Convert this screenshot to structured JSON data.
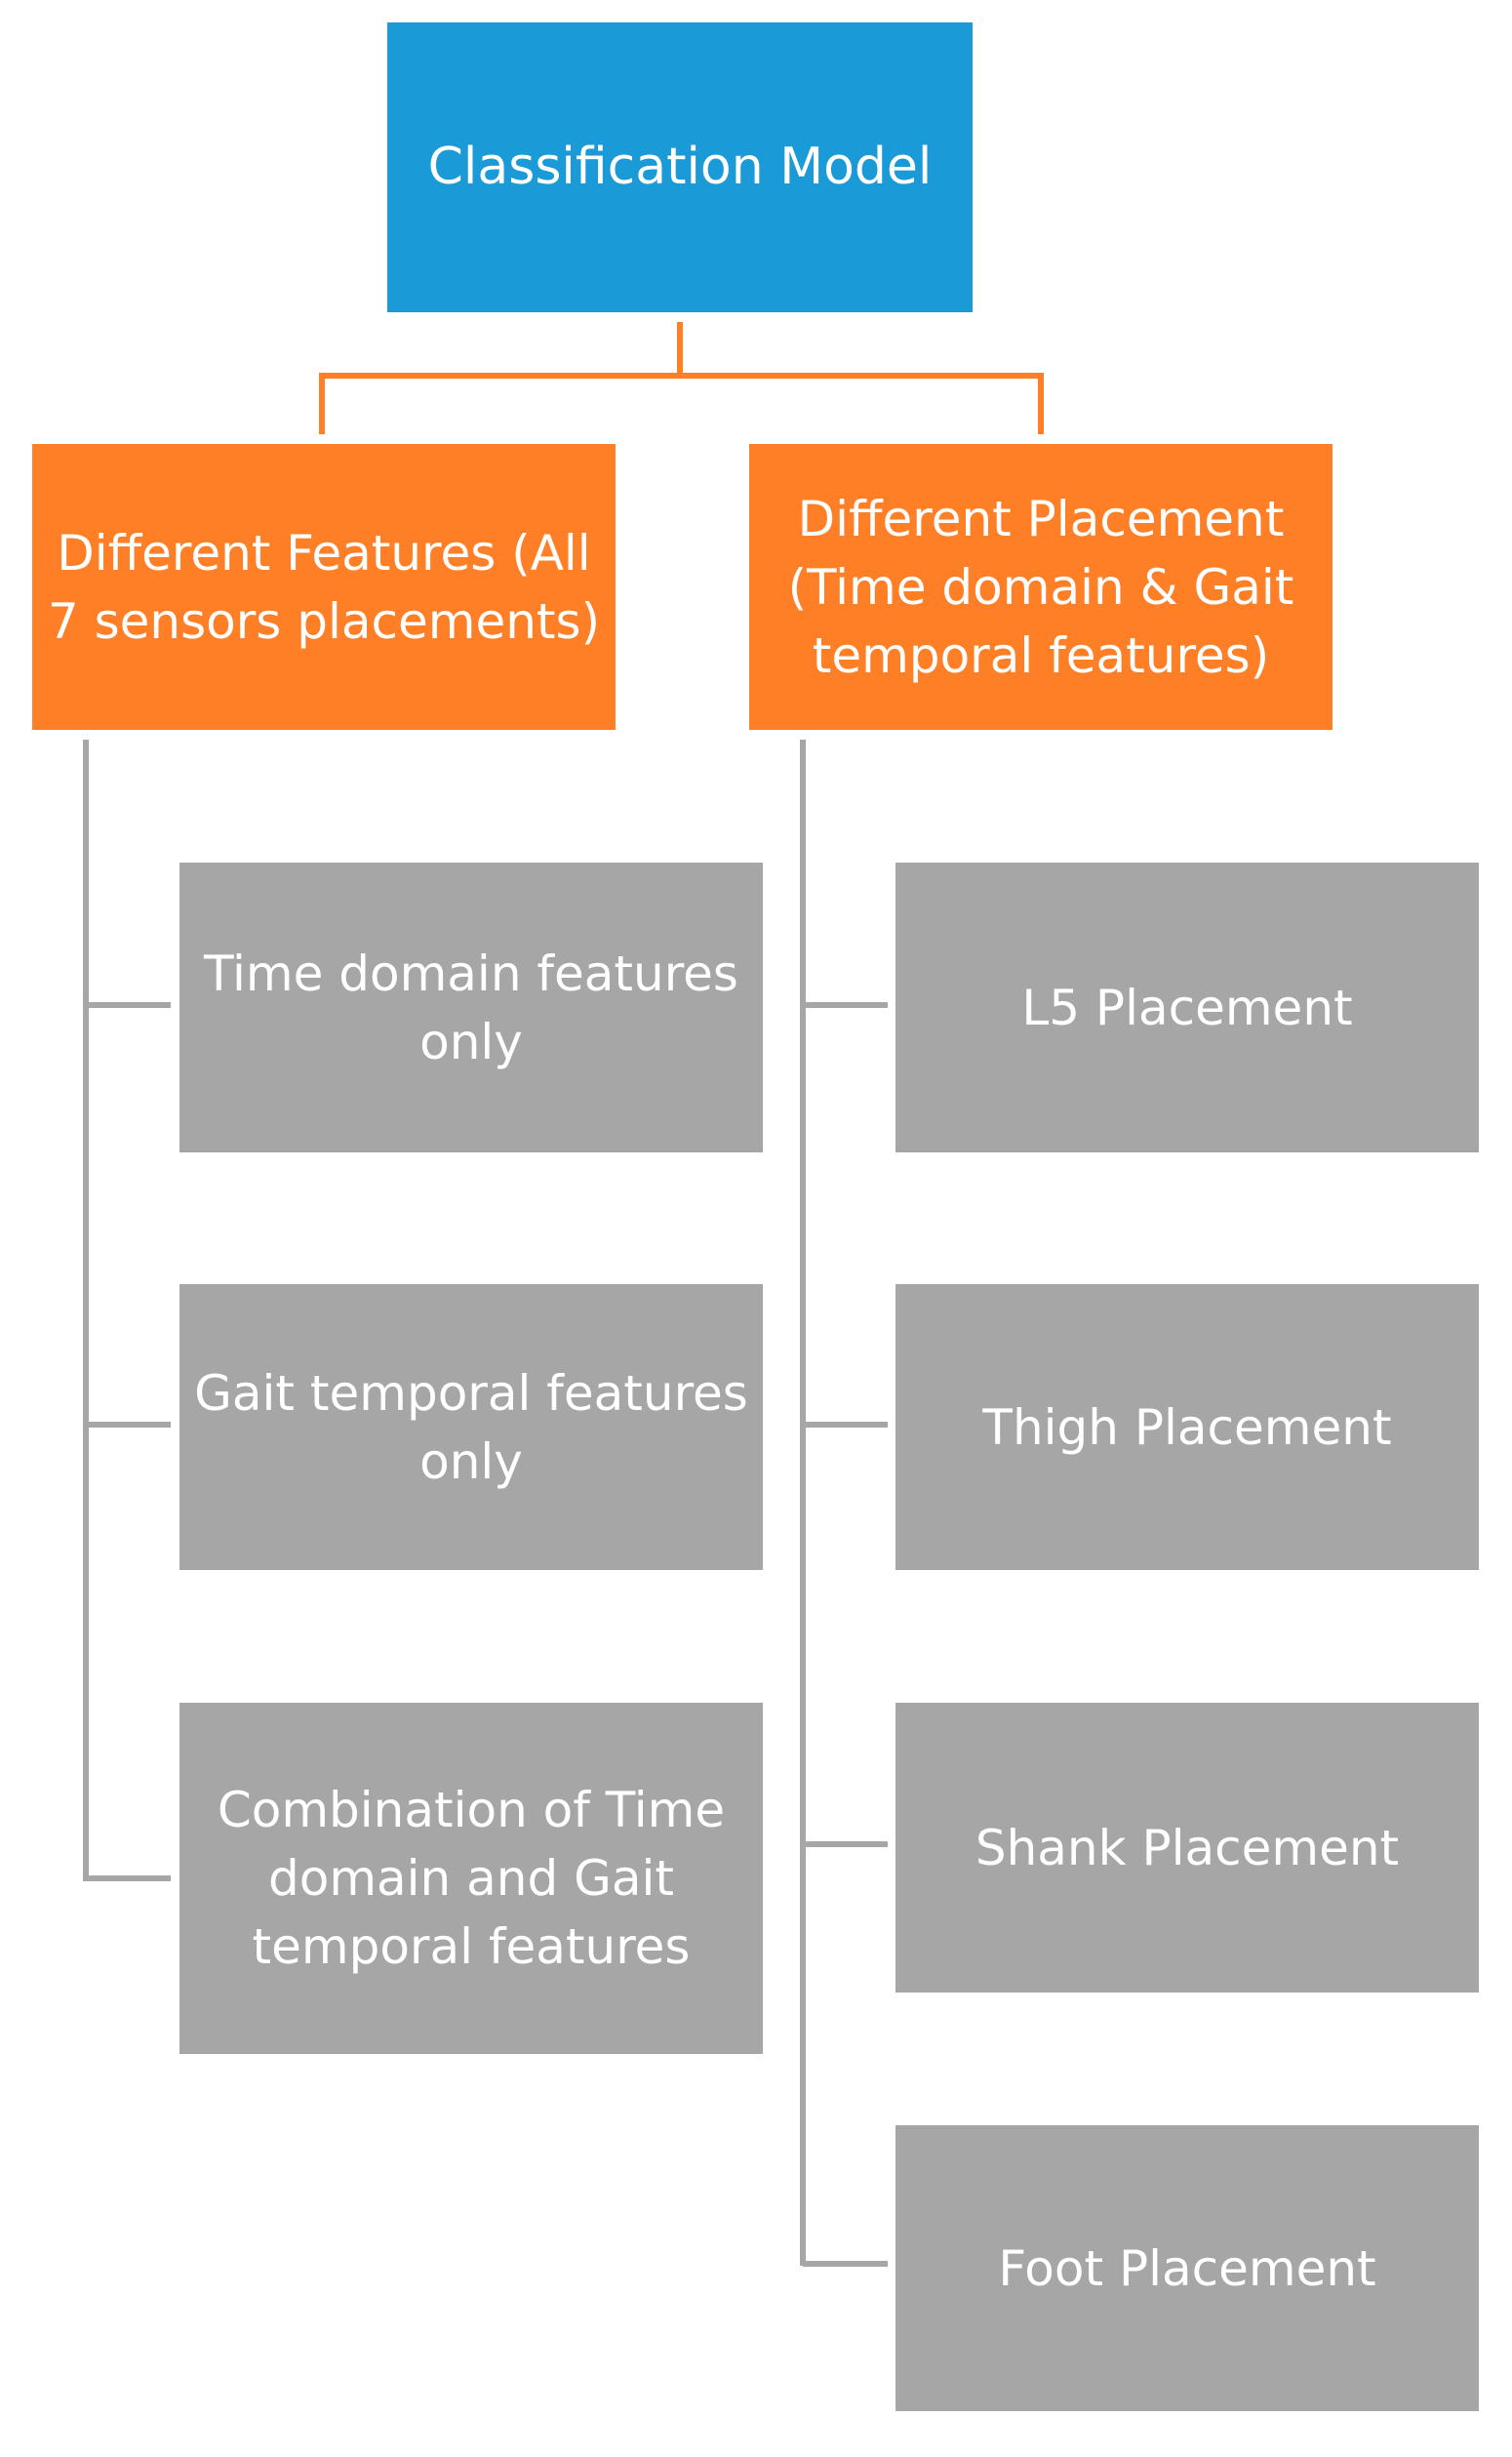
{
  "diagram": {
    "root": {
      "label": "Classification Model"
    },
    "branches": [
      {
        "label": "Different Features (All\n7 sensors placements)",
        "children": [
          "Time domain features\nonly",
          "Gait temporal features\nonly",
          "Combination of Time\ndomain and Gait\ntemporal features"
        ]
      },
      {
        "label": "Different Placement\n(Time domain & Gait\ntemporal features)",
        "children": [
          "L5 Placement",
          "Thigh Placement",
          "Shank Placement",
          "Foot Placement"
        ]
      }
    ],
    "colors": {
      "root_fill": "#1a9ad6",
      "branch_fill": "#ff7f27",
      "leaf_fill": "#a6a6a6",
      "root_connector": "#ff7f27",
      "leaf_connector": "#a6a6a6",
      "text": "#ffffff"
    }
  }
}
